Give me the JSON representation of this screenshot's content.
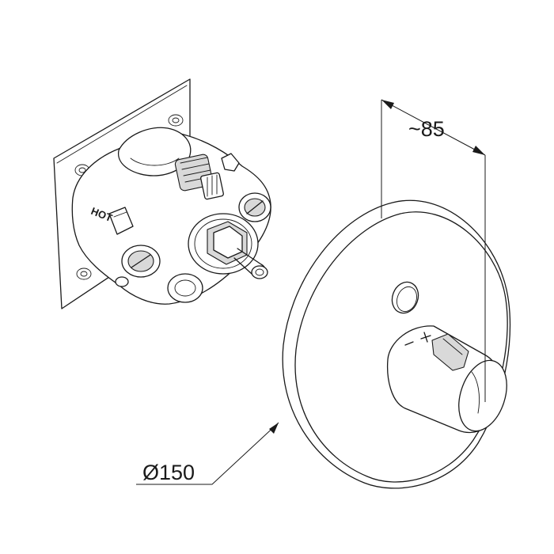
{
  "dimensions": {
    "depth_label": "~85",
    "diameter_label": "Ø150"
  },
  "valve_body": {
    "hot_label": "HOT"
  }
}
